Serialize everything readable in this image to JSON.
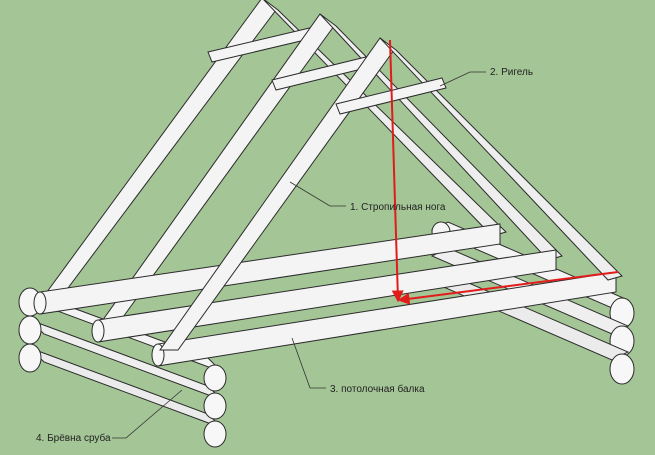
{
  "colors": {
    "background": "#a4c596",
    "wood_fill": "#f4f4f4",
    "wood_shade": "#d6d6d6",
    "outline": "#2b2b2b",
    "leader": "#333333",
    "arrow": "#e21b1b"
  },
  "labels": {
    "rigel": "2. Ригель",
    "rafter": "1. Стропильная нога",
    "beam": "3. потолочная балка",
    "logs": "4. Брёвна сруба"
  }
}
